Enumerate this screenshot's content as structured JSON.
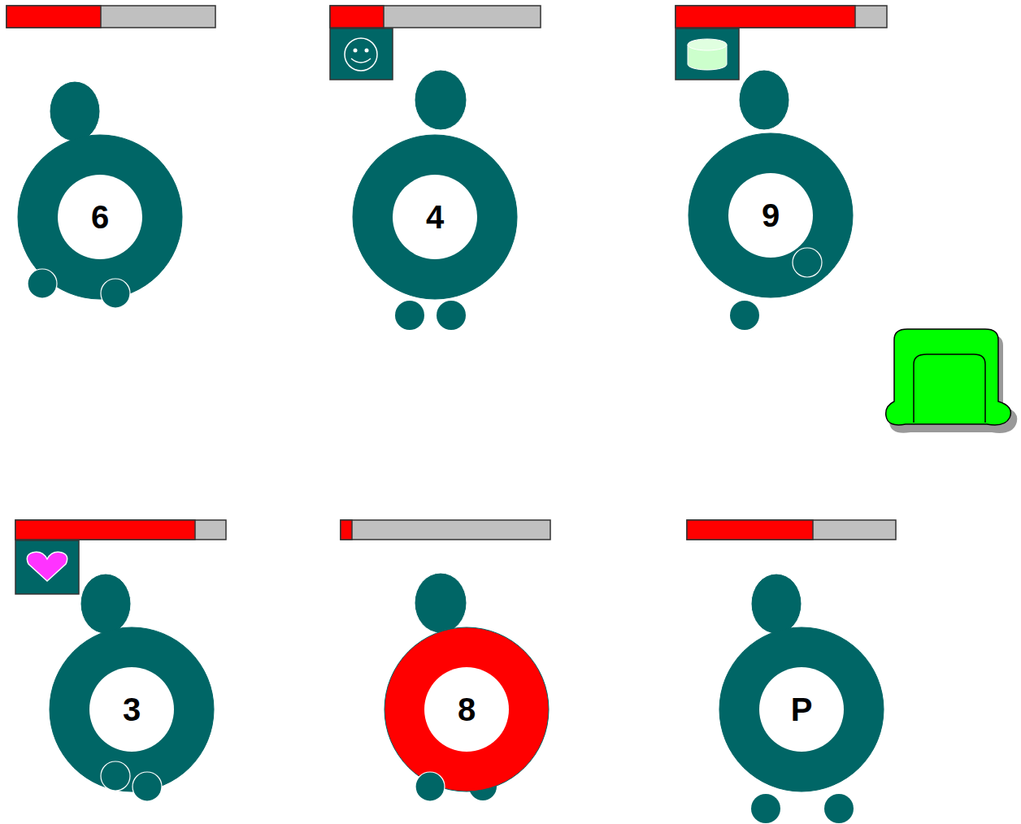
{
  "diagram": {
    "nodes": [
      {
        "text": [
          "6"
        ]
      },
      {
        "text": [
          "4"
        ]
      },
      {
        "text": [
          "9"
        ]
      },
      {
        "text": [
          "3"
        ]
      },
      {
        "text": [
          "8"
        ]
      },
      {
        "text": [
          "P"
        ]
      }
    ]
  }
}
